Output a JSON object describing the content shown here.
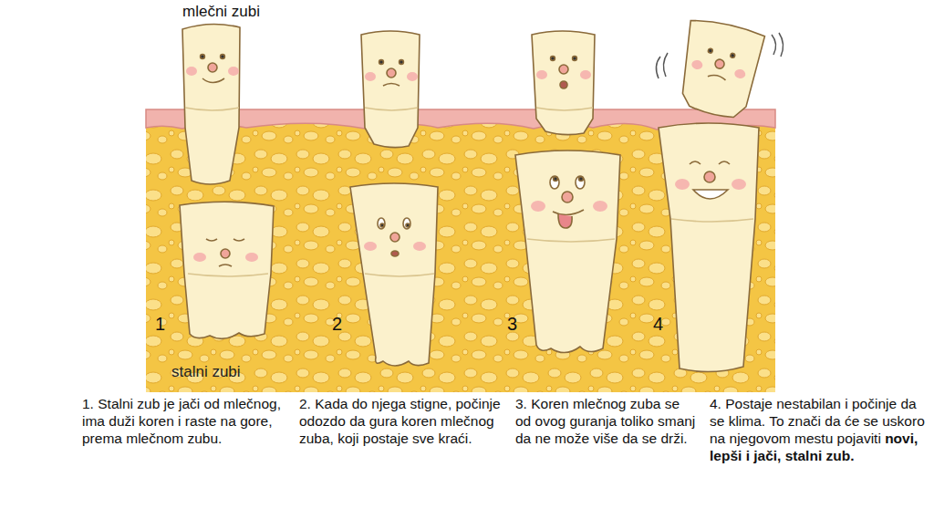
{
  "diagram": {
    "labels": [
      "mlečni zubi",
      "1",
      "2",
      "3",
      "4",
      "stalni zubi",
      "1. Stalni zub je jači od mlečnog, ima duži koren i raste na gore, prema mlečnom zubu.",
      "2. Kada do njega stigne, počinje odozdo da gura koren mlečnog zuba, koji postaje sve kraći.",
      "3. Koren mlečnog zuba se od ovog guranja toliko smanj da ne može više da se drži.",
      "4. Postaje nestabilan i počinje da se klima. To znači da će se uskoro na njegovom mestu pojaviti",
      "novi, lepši i jači, stalni zub."
    ]
  }
}
